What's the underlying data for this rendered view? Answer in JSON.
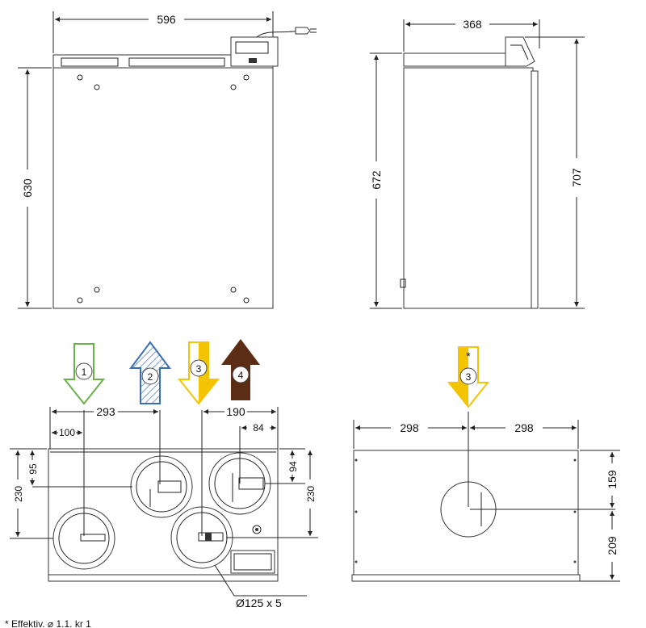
{
  "dims": {
    "front_width": "596",
    "front_height": "630",
    "side_width": "368",
    "side_height_inner": "672",
    "side_height_outer": "707",
    "ports_293": "293",
    "ports_100": "100",
    "ports_190": "190",
    "ports_84": "84",
    "ports_95": "95",
    "ports_230_left": "230",
    "ports_94": "94",
    "ports_230_right": "230",
    "ports_diameter": "Ø125 x 5",
    "back_298_left": "298",
    "back_298_right": "298",
    "back_159": "159",
    "back_209": "209"
  },
  "arrows": [
    {
      "number": "1",
      "color": "#6ab04c",
      "direction": "down",
      "style": "outline"
    },
    {
      "number": "2",
      "color": "#3b6fb5",
      "direction": "up",
      "style": "hatched"
    },
    {
      "number": "3",
      "color": "#f5c400",
      "direction": "down",
      "style": "half-fill"
    },
    {
      "number": "4",
      "color": "#5a2d14",
      "direction": "up",
      "style": "solid"
    }
  ],
  "back_arrow": {
    "number": "3",
    "marker": "*",
    "color": "#f5c400"
  },
  "footnote": "* Effektiv. ⌀ 1.1. kr 1"
}
